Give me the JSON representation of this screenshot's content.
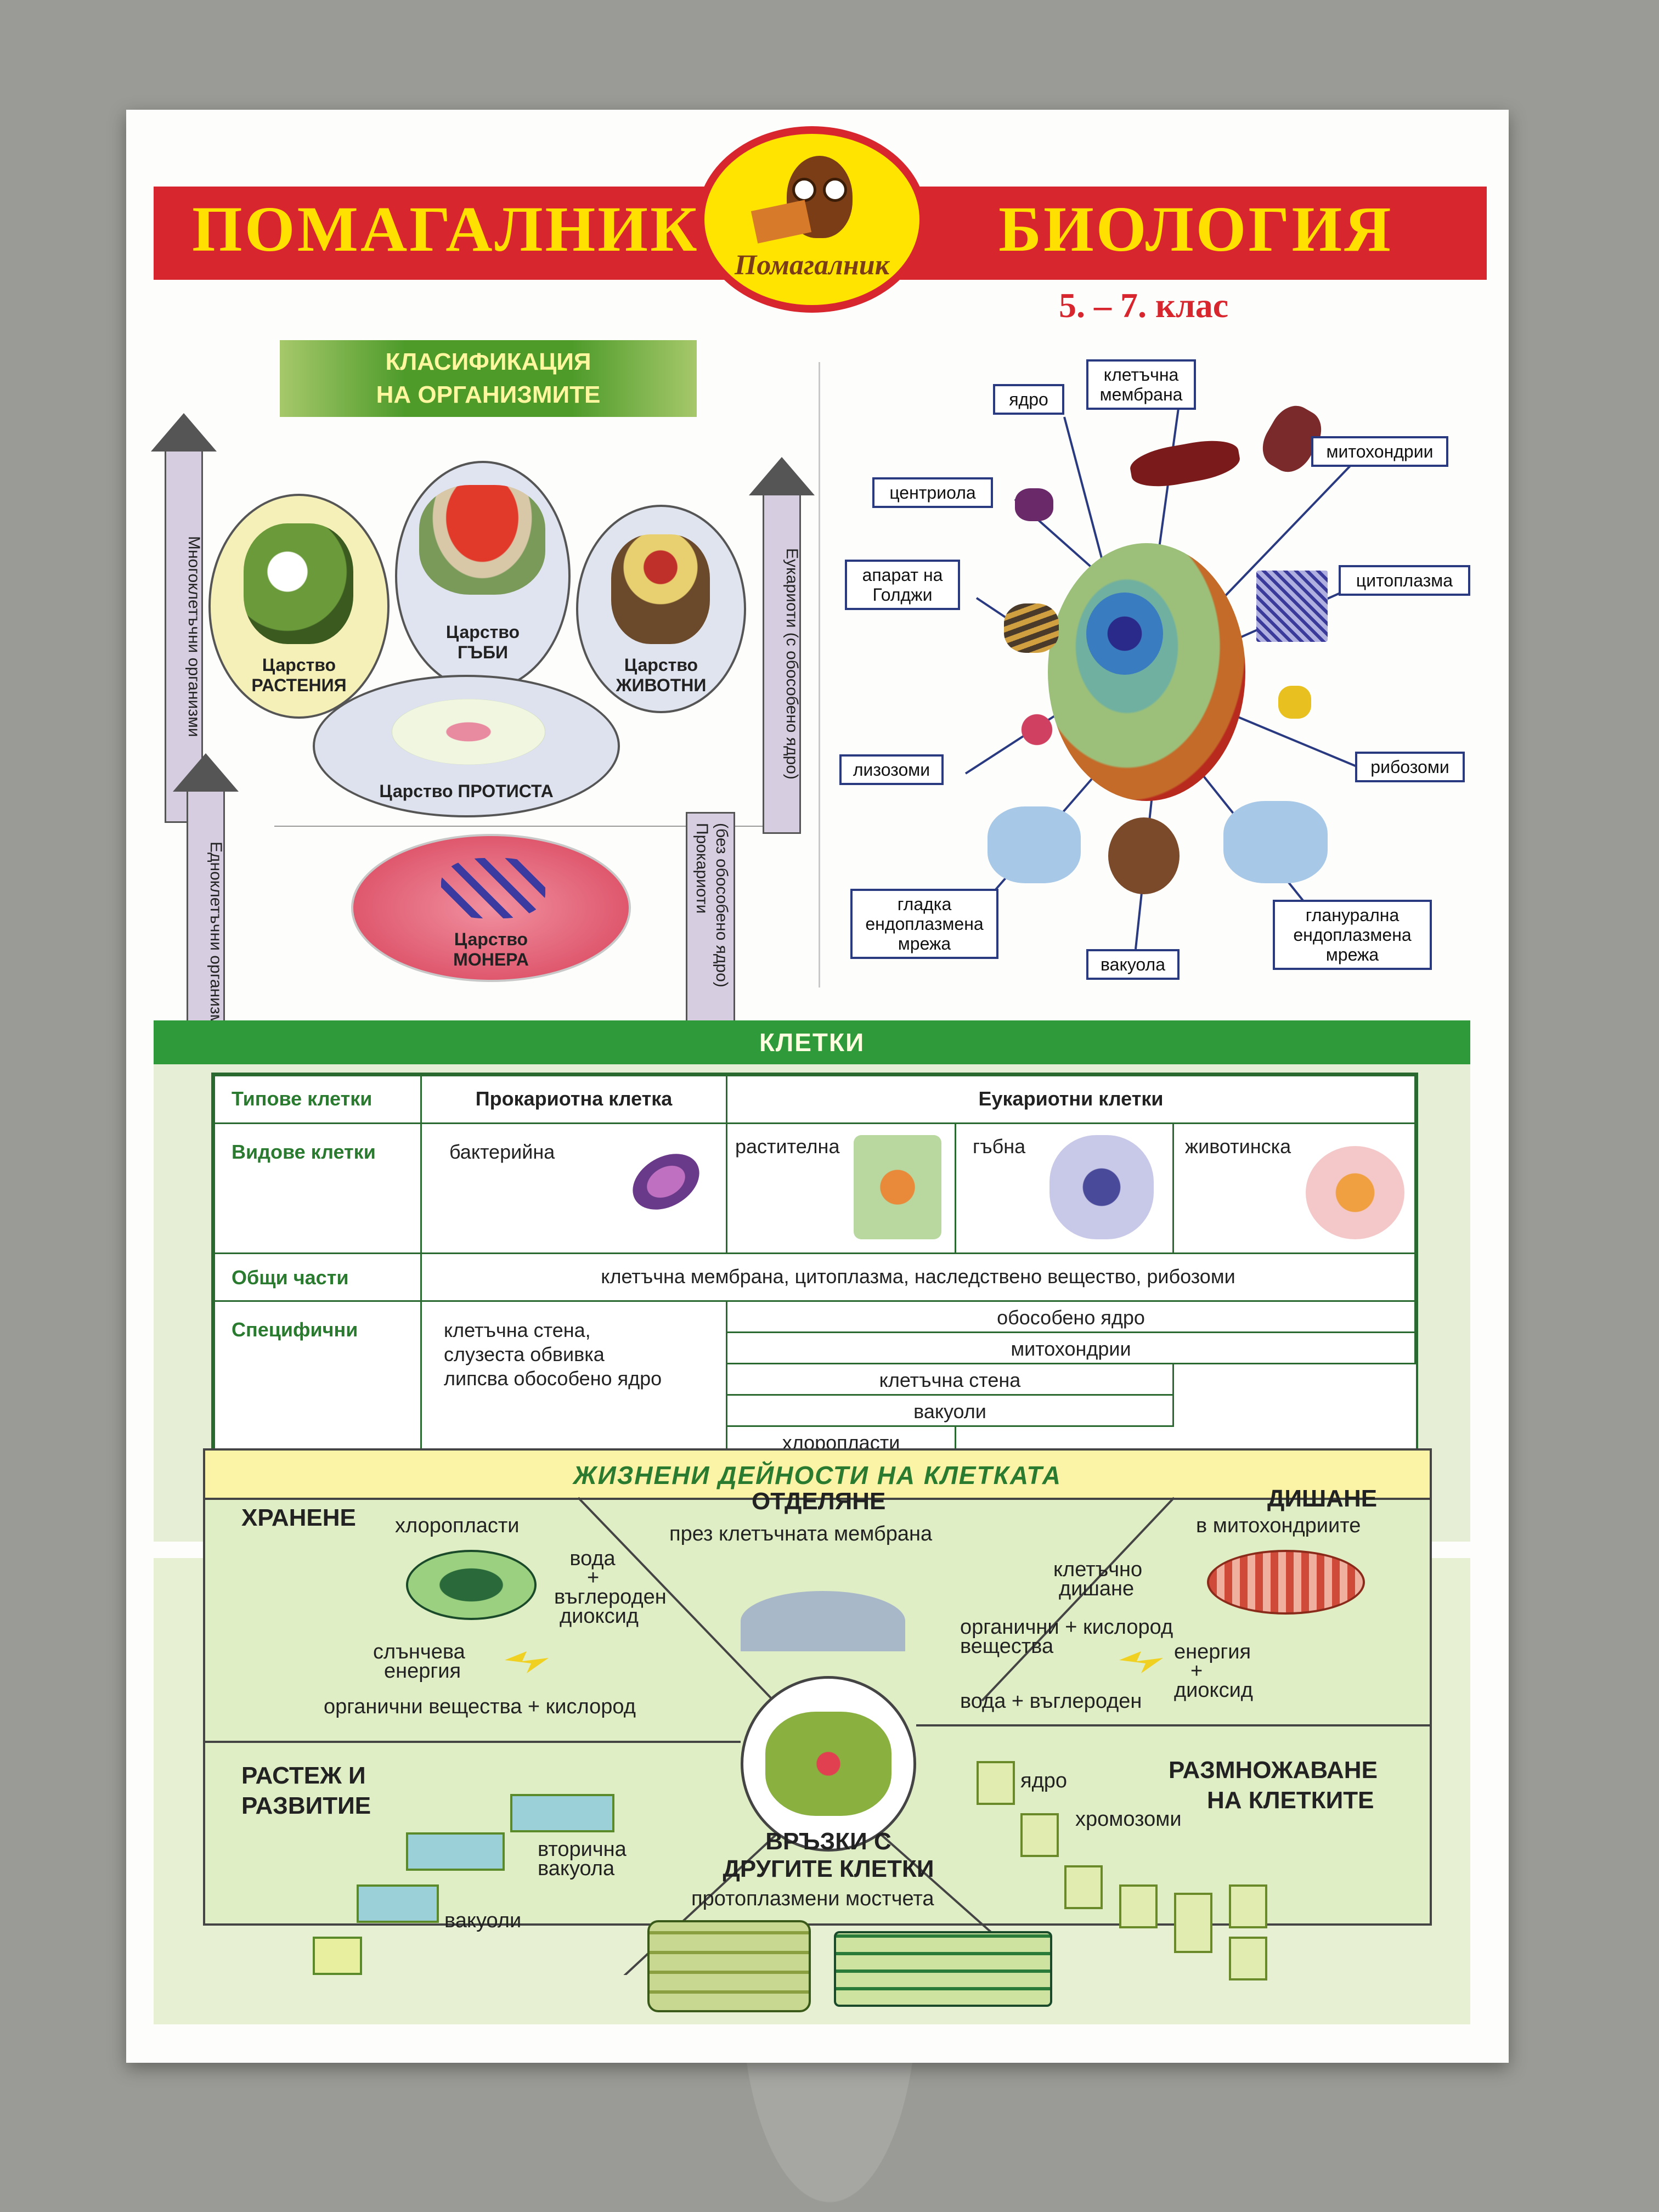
{
  "header": {
    "left_title": "ПОМАГАЛНИК",
    "right_title": "БИОЛОГИЯ",
    "logo_text": "Помагалник",
    "grade": "5. – 7. клас"
  },
  "classification": {
    "banner_line1": "КЛАСИФИКАЦИЯ",
    "banner_line2": "НА ОРГАНИЗМИТЕ",
    "left_arrow_top": "Многоклетъчни организми",
    "left_arrow_bottom": "Едноклетъчни организми",
    "right_arrow_top": "Еукариоти (с обособено ядро)",
    "right_arrow_bottom_1": "Прокариоти",
    "right_arrow_bottom_2": "(без обособено ядро)",
    "kingdoms": {
      "plants": [
        "Царство",
        "РАСТЕНИЯ"
      ],
      "fungi": [
        "Царство",
        "ГЪБИ"
      ],
      "animals": [
        "Царство",
        "ЖИВОТНИ"
      ],
      "protists": "Царство ПРОТИСТА",
      "monera": [
        "Царство",
        "МОНЕРА"
      ]
    }
  },
  "cell_diagram": {
    "labels": {
      "nucleus": "ядро",
      "membrane": [
        "клетъчна",
        "мембрана"
      ],
      "mitochondria": "митохондрии",
      "centriole": "центриола",
      "golgi": [
        "апарат на",
        "Голджи"
      ],
      "cytoplasm": "цитоплазма",
      "lysosomes": "лизозоми",
      "ribosomes": "рибозоми",
      "smooth_er": [
        "гладка",
        "ендоплазмена",
        "мрежа"
      ],
      "vacuole": "вакуола",
      "rough_er": [
        "гланурална",
        "ендоплазмена",
        "мрежа"
      ]
    }
  },
  "cells_section": {
    "title": "КЛЕТКИ",
    "row_types": "Типове клетки",
    "prokaryotic": "Прокариотна клетка",
    "eukaryotic": "Еукариотни клетки",
    "row_kinds": "Видове клетки",
    "bacterial": "бактерийна",
    "plant": "растителна",
    "fungal": "гъбна",
    "animal": "животинска",
    "row_common": "Общи части",
    "common_parts": "клетъчна мембрана, цитоплазма, наследствено вещество, рибозоми",
    "row_specific": "Специфични",
    "prokaryote_specific": [
      "клетъчна стена,",
      "слузеста обвивка",
      "липсва обособено ядро"
    ],
    "eukaryote_specific": {
      "nucleus": "обособено ядро",
      "mitochondria": "митохондрии",
      "cell_wall": "клетъчна стена",
      "vacuoles": "вакуоли",
      "chloroplasts": "хлоропласти"
    }
  },
  "activities": {
    "title": "ЖИЗНЕНИ  ДЕЙНОСТИ НА КЛЕТКАТА",
    "nutrition": {
      "title": "ХРАНЕНЕ",
      "chloroplasts": "хлоропласти",
      "water": "вода",
      "plus1": "+",
      "co2_1": "въглероден",
      "co2_2": "диоксид",
      "sun1": "слънчева",
      "sun2": "енергия",
      "result": "органични вещества  +   кислород"
    },
    "excretion": {
      "title": "ОТДЕЛЯНЕ",
      "subtitle": "през клетъчната  мембрана"
    },
    "respiration": {
      "title": "ДИШАНЕ",
      "subtitle": "в митохондриите",
      "cell1": "клетъчно",
      "cell2": "дишане",
      "org1": "органични  +  кислород",
      "org2": "вещества",
      "energy": "енергия",
      "plus": "+",
      "result": "вода  + въглероден",
      "dioxide": "диоксид"
    },
    "growth": {
      "title1": "РАСТЕЖ И",
      "title2": "РАЗВИТИЕ",
      "secondary1": "вторична",
      "secondary2": "вакуола",
      "vacuoles": "вакуоли"
    },
    "connections": {
      "title1": "ВРЪЗКИ С",
      "title2": "ДРУГИТЕ КЛЕТКИ",
      "subtitle": "протоплазмени мостчета"
    },
    "reproduction": {
      "title1": "РАЗМНОЖАВАНЕ",
      "title2": "НА КЛЕТКИТЕ",
      "nucleus": "ядро",
      "chromosomes": "хромозоми"
    }
  }
}
